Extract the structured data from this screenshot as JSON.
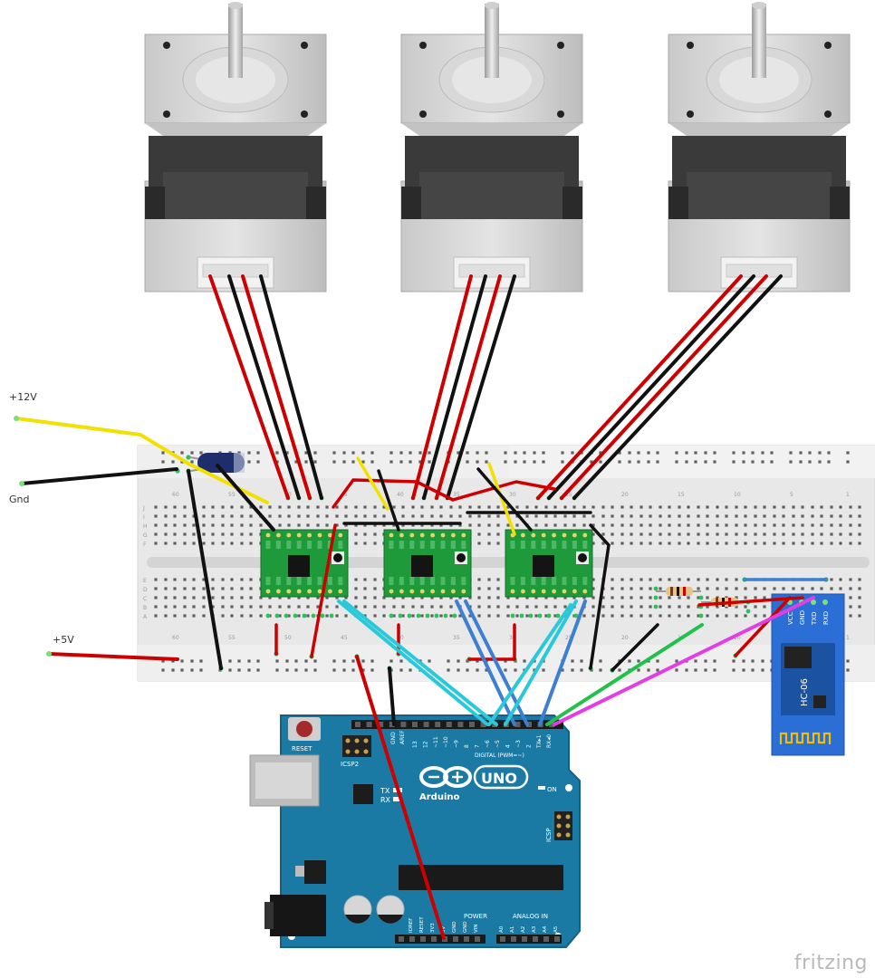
{
  "labels": {
    "plus12v": "+12V",
    "gnd": "Gnd",
    "plus5v": "+5V"
  },
  "arduino": {
    "reset": "RESET",
    "icsp2": "ICSP2",
    "tx": "TX",
    "rx": "RX",
    "brand": "Arduino",
    "model": "UNO",
    "on": "ON",
    "icsp": "ICSP",
    "digital": "DIGITAL (PWM=~)",
    "power": "POWER",
    "analog": "ANALOG IN",
    "aref": "AREF",
    "gnd": "GND",
    "dpins": [
      "13",
      "12",
      "~11",
      "~10",
      "~9",
      "8",
      "7",
      "~6",
      "~5",
      "4",
      "~3",
      "2",
      "TX▸1",
      "RX◂0"
    ],
    "ppins": [
      "IOREF",
      "RESET",
      "3V3",
      "5V",
      "GND",
      "GND",
      "VIN"
    ],
    "apins": [
      "A0",
      "A1",
      "A2",
      "A3",
      "A4",
      "A5"
    ]
  },
  "hc06": {
    "model": "HC-06",
    "pins": [
      "VCC",
      "GND",
      "TXD",
      "RXD"
    ]
  },
  "breadboard": {
    "cols_top": [
      "60",
      "55",
      "50",
      "45",
      "40",
      "35",
      "30",
      "25",
      "20",
      "15",
      "10",
      "5",
      "1"
    ],
    "rows": [
      "J",
      "I",
      "H",
      "G",
      "F",
      "E",
      "D",
      "C",
      "B",
      "A"
    ]
  },
  "watermark": "fritzing",
  "colors": {
    "wire_red": "#cc0000",
    "wire_black": "#111111",
    "wire_yellow": "#f1e000",
    "wire_cyan": "#29c9d9",
    "wire_blue": "#3d7fd3",
    "wire_green": "#22c24a",
    "wire_magenta": "#e23ee6",
    "arduino_blue": "#1b7aa3",
    "driver_green": "#1f9a3a",
    "hc06_blue": "#2a6ed6"
  }
}
